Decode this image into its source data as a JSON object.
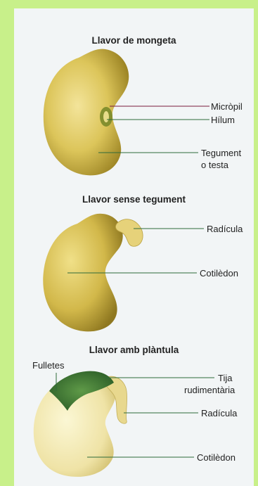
{
  "diagram": {
    "sections": [
      {
        "title": "Llavor de mongeta",
        "labels": {
          "micropyle": "Micròpil",
          "hilum": "Hílum",
          "seed_coat_1": "Tegument",
          "seed_coat_2": "o testa"
        }
      },
      {
        "title": "Llavor sense tegument",
        "labels": {
          "radicle": "Radícula",
          "cotyledon": "Cotilèdon"
        }
      },
      {
        "title": "Llavor amb plàntula",
        "labels": {
          "leaflets": "Fulletes",
          "stem_1": "Tija",
          "stem_2": "rudimentària",
          "radicle": "Radícula",
          "cotyledon": "Cotilèdon"
        }
      }
    ],
    "colors": {
      "background": "#c8f08a",
      "panel": "#f2f5f6",
      "seed": "#d8c050",
      "leaf": "#3f7a32",
      "pointer_primary": "#7a1a3c",
      "pointer_secondary": "#2f6b3a"
    }
  }
}
